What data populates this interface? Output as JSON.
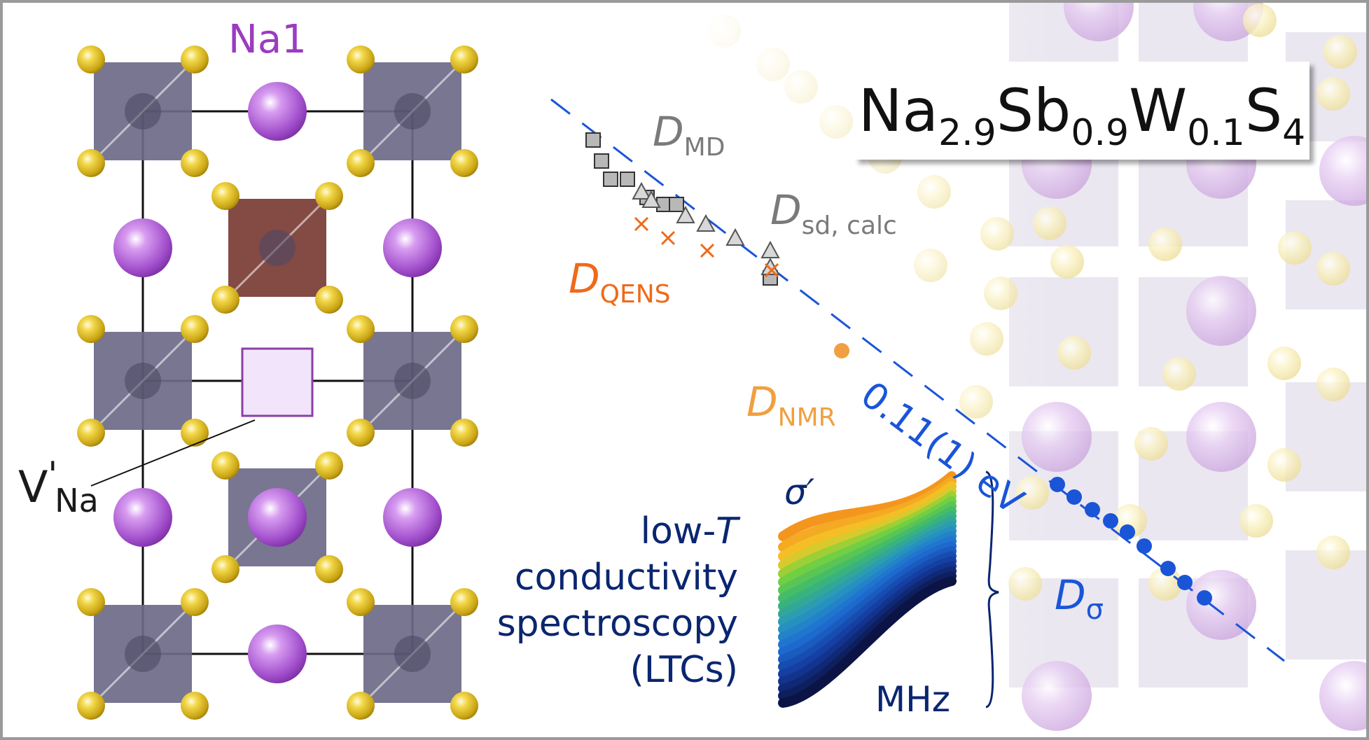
{
  "colors": {
    "na": "#b160d6",
    "s": "#e0c02a",
    "octahedron": "#6d6a88",
    "w_octahedron": "#7a3b34",
    "vacancy_fill": "#f2e4fb",
    "vacancy_stroke": "#8a3fa6",
    "fit_line": "#1a55d8",
    "qens": "#ee6a1a",
    "nmr": "#f0a040",
    "md": "#7a7a7a",
    "conductivity_text": "#0a2670"
  },
  "icons": {
    "square_marker": "square-marker-icon",
    "triangle_marker": "triangle-marker-icon",
    "cross_marker": "cross-marker-icon",
    "dot_marker": "dot-marker-icon",
    "brace": "curly-brace-icon"
  },
  "structure": {
    "na1_label": "Na1",
    "vacancy_label_main": "V",
    "vacancy_label_prime": "'",
    "vacancy_label_sub": "Na"
  },
  "formula": {
    "parts": [
      {
        "text": "Na",
        "sub": "2.9"
      },
      {
        "text": "Sb",
        "sub": "0.9"
      },
      {
        "text": "W",
        "sub": "0.1"
      },
      {
        "text": "S",
        "sub": "4"
      }
    ]
  },
  "labels": {
    "d_md": {
      "symbol": "D",
      "sub": "MD"
    },
    "d_sd": {
      "symbol": "D",
      "sub": "sd, calc"
    },
    "d_qens": {
      "symbol": "D",
      "sub": "QENS"
    },
    "d_nmr": {
      "symbol": "D",
      "sub": "NMR"
    },
    "d_sigma": {
      "symbol": "D",
      "sub": "σ"
    },
    "activation_energy": "0.11(1) eV"
  },
  "inset": {
    "sigma_label": "σ′",
    "freq_label": "MHz",
    "text_lines": [
      "low-",
      "T",
      "conductivity",
      "spectroscopy",
      "(LTCs)"
    ]
  }
}
